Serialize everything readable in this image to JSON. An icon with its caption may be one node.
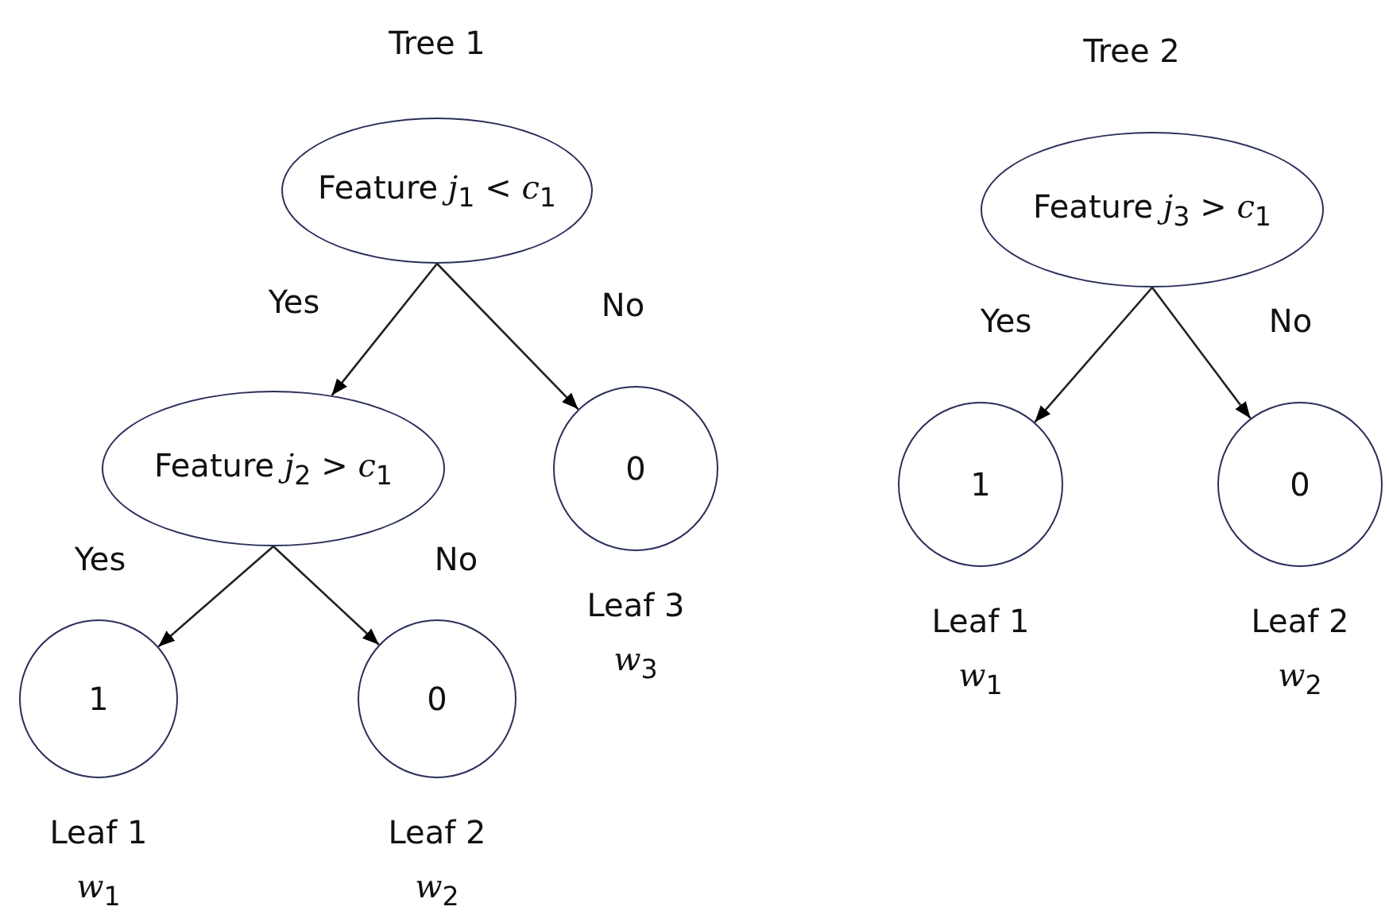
{
  "diagram": {
    "nodes": [
      {
        "text": [
          "Feature *j*$_{1}$ < *c*$_{1}$"
        ]
      },
      {
        "text": [
          "Feature *j*$_{2}$ > *c*$_{1}$"
        ]
      },
      {
        "text": [
          "0"
        ],
        "beside": [
          "Leaf 3",
          "*w*$_{3}$"
        ]
      },
      {
        "text": [
          "1"
        ],
        "beside": [
          "Leaf 1",
          "*w*$_{1}$"
        ]
      },
      {
        "text": [
          "0"
        ],
        "beside": [
          "Leaf 2",
          "*w*$_{2}$"
        ]
      },
      {
        "text": [
          "Feature *j*$_{3}$ > *c*$_{1}$"
        ]
      },
      {
        "text": [
          "1"
        ],
        "beside": [
          "Leaf 1",
          "*w*$_{1}$"
        ]
      },
      {
        "text": [
          "0"
        ],
        "beside": [
          "Leaf 2",
          "*w*$_{2}$"
        ]
      }
    ],
    "edges": [
      {
        "from": 0,
        "to": 1,
        "arrow": "to",
        "label": "Yes"
      },
      {
        "from": 0,
        "to": 2,
        "arrow": "to",
        "label": "No"
      },
      {
        "from": 1,
        "to": 3,
        "arrow": "to",
        "label": "Yes"
      },
      {
        "from": 1,
        "to": 4,
        "arrow": "to",
        "label": "No"
      },
      {
        "from": 5,
        "to": 6,
        "arrow": "to",
        "label": "Yes"
      },
      {
        "from": 5,
        "to": 7,
        "arrow": "to",
        "label": "No"
      }
    ],
    "labels": [
      "Tree 1",
      "Tree 2"
    ]
  }
}
